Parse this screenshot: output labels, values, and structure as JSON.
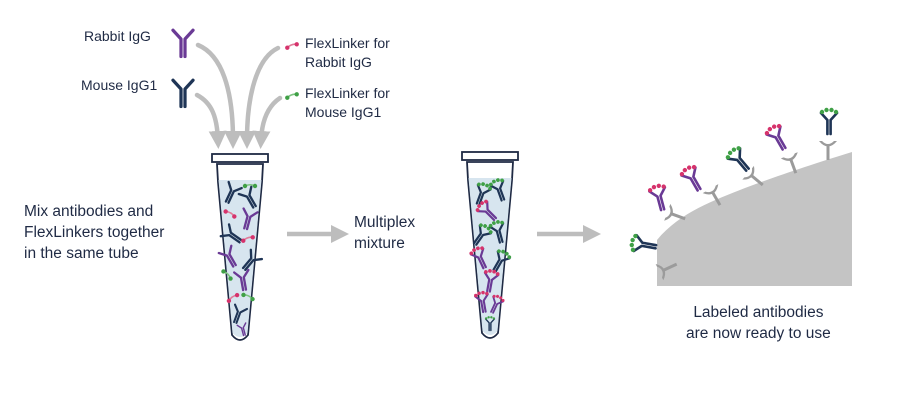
{
  "legend": {
    "rabbit_igg": "Rabbit IgG",
    "mouse_igg1": "Mouse IgG1",
    "flexlinker_rabbit": "FlexLinker for\nRabbit IgG",
    "flexlinker_mouse": "FlexLinker for\nMouse IgG1"
  },
  "steps": {
    "step1": "Mix antibodies and\nFlexLinkers together\nin the same tube",
    "step2": "Multiplex\nmixture",
    "step3": "Labeled antibodies\nare now ready to use"
  },
  "colors": {
    "rabbit_purple": "#6a3a95",
    "mouse_navy": "#1f3556",
    "rabbit_linker_pink": "#d6336c",
    "mouse_linker_green": "#3fa046",
    "arrow_gray": "#bdbdbd",
    "cell_gray": "#c4c4c4",
    "tube_liquid": "#d7e5ef"
  }
}
